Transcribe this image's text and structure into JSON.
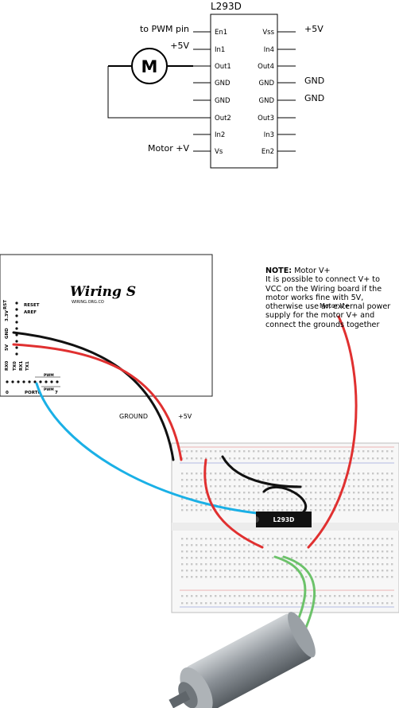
{
  "schematic": {
    "chip_title": "L293D",
    "motor_symbol": "M",
    "left_pins": [
      "En1",
      "In1",
      "Out1",
      "GND",
      "GND",
      "Out2",
      "In2",
      "Vs"
    ],
    "right_pins": [
      "Vss",
      "In4",
      "Out4",
      "GND",
      "GND",
      "Out3",
      "In3",
      "En2"
    ],
    "label_pwm": "to PWM pin",
    "label_in1": "+5V",
    "label_vs": "Motor +V",
    "label_vss": "+5V",
    "label_gnd_a": "GND",
    "label_gnd_b": "GND"
  },
  "board": {
    "logo": "Wiring S",
    "url": "WIRING.ORG.CO",
    "pin_labels": [
      "RESET",
      "AREF"
    ],
    "side_labels": [
      "3.3V",
      "GND",
      "5V"
    ],
    "bottom_labels": [
      "RX0",
      "TX0",
      "RX1",
      "TX1"
    ],
    "pwm_label": "PWM",
    "pwm_label2": "PWM",
    "port_label": "PORT0",
    "num_left": "0",
    "num_right": "7"
  },
  "note": {
    "heading": "NOTE:",
    "heading_rest": "Motor V+",
    "body": "It is possible to connect V+ to VCC on the Wiring board if the motor works fine with 5V, otherwise use an external power supply for the motor V+ and connect the grounds together"
  },
  "wiring": {
    "motor_v_label": "Motor V+",
    "ground_label": "GROUND",
    "plus5v_label": "+5V",
    "chip_label": "L293D"
  },
  "colors": {
    "red_wire": "#e03030",
    "black_wire": "#111111",
    "blue_wire": "#1ab0e6",
    "green_wire": "#6cc26a"
  }
}
